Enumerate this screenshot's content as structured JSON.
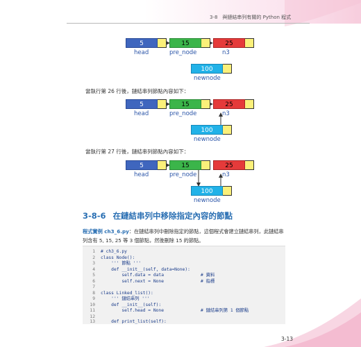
{
  "header": {
    "text": "3-8　與鏈結串列有關的 Python 程式"
  },
  "diagram1": {
    "nodes": {
      "head": "5",
      "pre": "15",
      "n3": "25",
      "new": "100"
    },
    "labels": {
      "head": "head",
      "pre": "pre_node",
      "n3": "n3",
      "new": "newnode"
    }
  },
  "caption1": "當執行第 26 行後，鏈結串列節點內容如下：",
  "diagram2": {
    "nodes": {
      "head": "5",
      "pre": "15",
      "n3": "25",
      "new": "100"
    },
    "labels": {
      "head": "head",
      "pre": "pre_node",
      "n3": "n3",
      "new": "newnode"
    }
  },
  "caption2": "當執行第 27 行後，鏈結串列節點內容如下：",
  "diagram3": {
    "nodes": {
      "head": "5",
      "pre": "15",
      "n3": "25",
      "new": "100"
    },
    "labels": {
      "head": "head",
      "pre": "pre_node",
      "n3": "n3",
      "new": "newnode"
    }
  },
  "section": {
    "number": "3-8-6",
    "title": "在鏈結串列中移除指定內容的節點"
  },
  "example": {
    "tag": "程式實例 ch3_6.py",
    "text": "：在鏈結串列中刪除指定的節點，這個程式會建立鏈結串列，此鏈結串列含有 5, 15, 25 等 3 個節點，然後刪除 15 的節點。"
  },
  "code_lines": [
    {
      "n": "1",
      "code": "# ch3_6.py"
    },
    {
      "n": "2",
      "code": "class Node():"
    },
    {
      "n": "3",
      "code": "    ''' 節點 '''"
    },
    {
      "n": "4",
      "code": "    def __init__(self, data=None):"
    },
    {
      "n": "5",
      "code": "        self.data = data              # 資料"
    },
    {
      "n": "6",
      "code": "        self.next = None              # 指標"
    },
    {
      "n": "7",
      "code": ""
    },
    {
      "n": "8",
      "code": "class Linked_list():"
    },
    {
      "n": "9",
      "code": "    ''' 鏈結串列 '''"
    },
    {
      "n": "10",
      "code": "    def __init__(self):"
    },
    {
      "n": "11",
      "code": "        self.head = None              # 鏈結串列第 1 個節點"
    },
    {
      "n": "12",
      "code": ""
    },
    {
      "n": "13",
      "code": "    def print_list(self):"
    }
  ],
  "page_number": "3-13",
  "colors": {
    "blue": "#3f66be",
    "green": "#3bb54a",
    "red": "#e53a3a",
    "cyan": "#21b2e8",
    "pointer": "#fbf07a",
    "title": "#2a6fb3"
  }
}
